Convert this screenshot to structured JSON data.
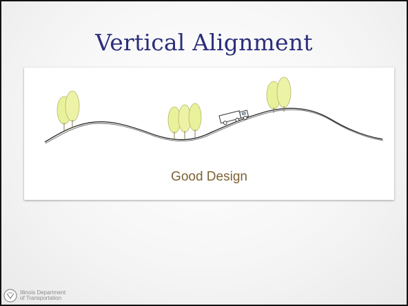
{
  "slide": {
    "title": "Vertical Alignment",
    "caption": "Good Design",
    "footer_org": "Illinois Department of Transportation"
  },
  "colors": {
    "title": "#2b2f7a",
    "caption": "#7b6232",
    "tree_fill": "#e9f19a",
    "tree_stroke": "#b3b76b",
    "road": "#2a2a2a"
  },
  "icons": {
    "logo": "idot-logo-icon",
    "truck": "truck-icon",
    "tree": "tree-icon"
  }
}
